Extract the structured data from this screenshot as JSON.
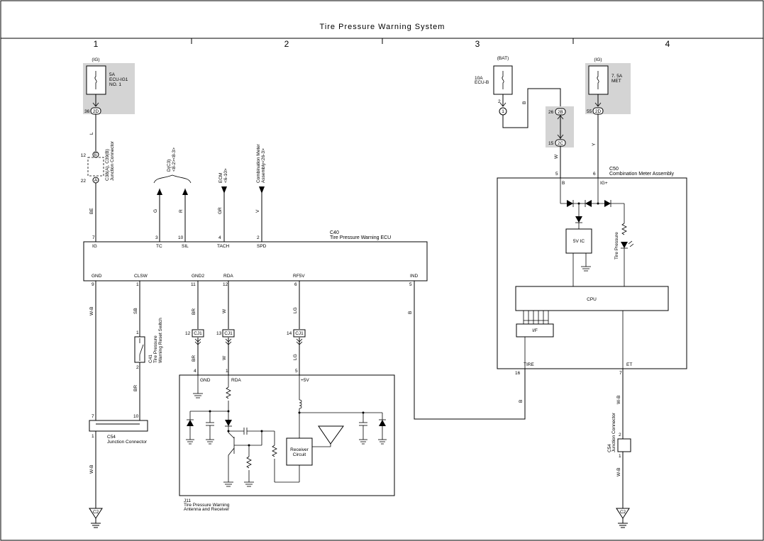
{
  "title": "Tire Pressure Warning System",
  "zones": [
    "1",
    "2",
    "3",
    "4"
  ],
  "fuses": [
    {
      "source": "(IG)",
      "rating": "5A",
      "name1": "ECU-IG1",
      "name2": "NO. 1",
      "pin": "36",
      "conn": "2D"
    },
    {
      "source": "(BAT)",
      "rating": "10A",
      "name1": "ECU-B",
      "name2": "",
      "pin": "2",
      "conn": "1"
    },
    {
      "source": "(IG)",
      "rating": "7. 5A",
      "name1": "MET",
      "name2": "",
      "pin": "55",
      "conn": "2D"
    }
  ],
  "junction_left": {
    "pin_top": "12",
    "pin_bottom": "22",
    "letter_top": "E",
    "letter_bottom": "A",
    "label1": "C38(A), C39(B)",
    "label2": "Junction Connector"
  },
  "junction_right": {
    "pin_top": "26",
    "conn_top": "2B",
    "pin_bottom": "15",
    "conn_bottom": "2C"
  },
  "wire_colors": {
    "ig_fuse": "L",
    "ig_ecu": "BE",
    "tc": "G",
    "sil": "R",
    "tach": "GR",
    "spd": "V",
    "gnd": "W-B",
    "clsw": "SB",
    "clsw2": "BR",
    "gnd2": "BR",
    "gnd2b": "BR",
    "rda": "W",
    "rdab": "W",
    "rf5v": "LG",
    "rf5vb": "LG",
    "ind": "B",
    "bat1": "B",
    "bat2": "W",
    "met": "Y",
    "tire": "B",
    "et": "W-B",
    "et2": "W-B",
    "c54gnd": "W-B"
  },
  "refs": {
    "dlc_1": "D(C3)",
    "dlc_2": "<8-2><8-3>",
    "ecm_1": "ECM",
    "ecm_2": "<6-10>",
    "cm_1": "Combination Meter",
    "cm_2": "Assembly<26-3>"
  },
  "ecu": {
    "code": "C40",
    "name": "Tire Pressure Warning ECU",
    "top_pins": [
      {
        "num": "7",
        "label": "IG"
      },
      {
        "num": "3",
        "label": "TC"
      },
      {
        "num": "10",
        "label": "SIL"
      },
      {
        "num": "4",
        "label": "TACH"
      },
      {
        "num": "2",
        "label": "SPD"
      }
    ],
    "bottom_pins": [
      {
        "num": "9",
        "label": "GND"
      },
      {
        "num": "1",
        "label": "CLSW"
      },
      {
        "num": "11",
        "label": "GND2"
      },
      {
        "num": "12",
        "label": "RDA"
      },
      {
        "num": "6",
        "label": "RF5V"
      },
      {
        "num": "5",
        "label": "IND"
      }
    ]
  },
  "cj1": {
    "name": "CJ1",
    "pins": [
      "12",
      "13",
      "14"
    ]
  },
  "switch": {
    "code": "C41",
    "name1": "Tire Pressure",
    "name2": "Warning Reset Switch",
    "pin_top": "1",
    "pin_bottom": "2"
  },
  "c54_left": {
    "code": "C54",
    "name": "Junction Connector",
    "pin_a": "7",
    "pin_b": "10",
    "pin_c": "1"
  },
  "c54_right": {
    "code": "C54",
    "name": "Junction Connector",
    "pin_top": "2",
    "pin_bottom": "1"
  },
  "antenna": {
    "code": "J11",
    "name1": "Tire Pressure Warning",
    "name2": "Antenna and Receiver",
    "pins": [
      {
        "num": "4",
        "label": "GND"
      },
      {
        "num": "1",
        "label": "RDA"
      },
      {
        "num": "5",
        "label": "+5V"
      }
    ],
    "receiver1": "Receiver",
    "receiver2": "Circuit"
  },
  "meter": {
    "code": "C50",
    "name": "Combination Meter Assembly",
    "pin_b": "5",
    "label_b": "B",
    "pin_ig": "6",
    "label_ig": "IG+",
    "ic": "5V IC",
    "cpu": "CPU",
    "if": "I/F",
    "lamp": "Tire Pressure",
    "pin_tire": "16",
    "label_tire": "TIRE",
    "pin_et": "7",
    "label_et": "ET"
  },
  "grounds": [
    "C2",
    "C2"
  ]
}
